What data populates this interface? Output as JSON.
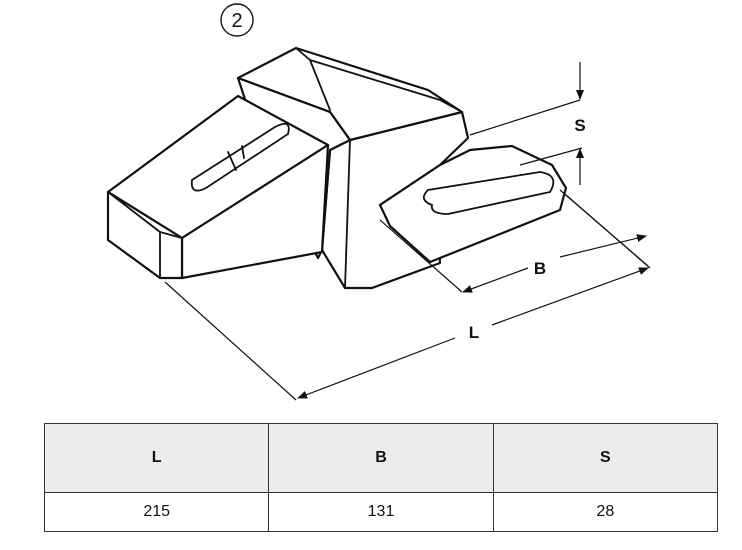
{
  "callout": "2",
  "dimensions": {
    "L": "L",
    "B": "B",
    "S": "S"
  },
  "table": {
    "headers": [
      "L",
      "B",
      "S"
    ],
    "values": [
      "215",
      "131",
      "28"
    ]
  }
}
